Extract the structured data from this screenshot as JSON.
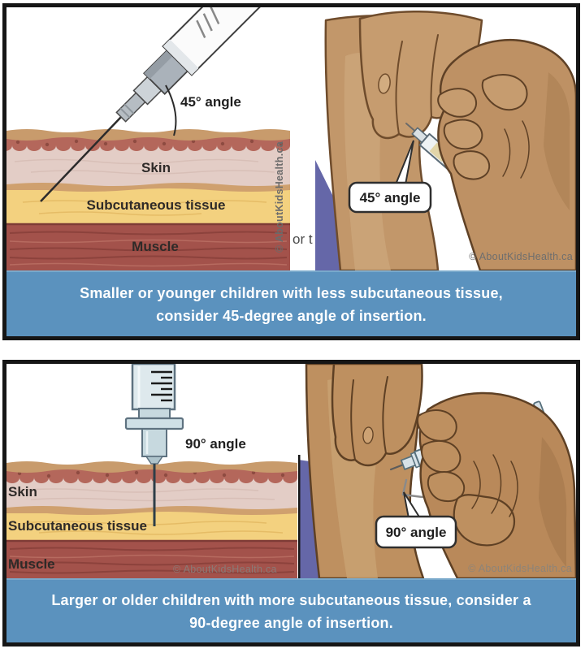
{
  "panel_45": {
    "cross_section": {
      "angle_label": "45° angle",
      "skin_label": "Skin",
      "subcutaneous_label": "Subcutaneous tissue",
      "muscle_label": "Muscle",
      "copyright": "© AboutKidsHealth.ca"
    },
    "injection_scene": {
      "angle_callout": "45° angle",
      "copyright": "© AboutKidsHealth.ca"
    },
    "stray_text_fragment": "or t",
    "caption": {
      "line1": "Smaller or younger children with less subcutaneous tissue,",
      "line2": "consider 45-degree angle of insertion."
    }
  },
  "panel_90": {
    "cross_section": {
      "angle_label": "90° angle",
      "skin_label": "Skin",
      "subcutaneous_label": "Subcutaneous tissue",
      "muscle_label": "Muscle",
      "copyright": "© AboutKidsHealth.ca"
    },
    "injection_scene": {
      "angle_callout": "90° angle",
      "copyright": "© AboutKidsHealth.ca"
    },
    "caption": {
      "line1": "Larger or older children with more subcutaneous tissue, consider a",
      "line2": "90-degree angle of insertion."
    }
  },
  "colors": {
    "caption_background": "#5B92BE",
    "caption_text": "#FFFFFF",
    "panel_border": "#161616",
    "skin_surface_tan": "#C89B6C",
    "epidermis_red": "#B4675B",
    "dermis_pink": "#E3CDC6",
    "subcutaneous_yellow": "#F3D17F",
    "muscle_red": "#A3524B",
    "arm_skin_tan": "#C2976A",
    "hand_skin_tan": "#B9895A",
    "outline_brown": "#5E4024",
    "background_purple": "#6567A8",
    "syringe_pale_blue": "#DEE9ED"
  }
}
